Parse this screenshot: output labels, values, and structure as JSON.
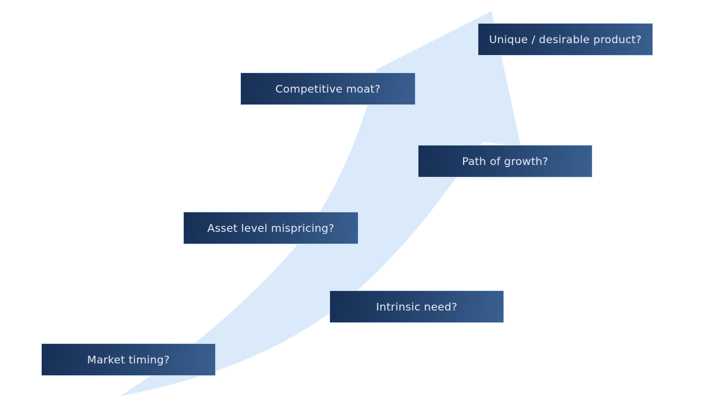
{
  "diagram": {
    "title": "",
    "arrow": {
      "direction": "up-right",
      "color": "#daeafb"
    },
    "box_colors": {
      "gradient_start": "#172f55",
      "gradient_end": "#3a6090",
      "border": "#c9dcf2",
      "text": "#e6edf6"
    },
    "steps": [
      {
        "label": "Market timing?"
      },
      {
        "label": "Intrinsic need?"
      },
      {
        "label": "Asset level mispricing?"
      },
      {
        "label": "Path of growth?"
      },
      {
        "label": "Competitive moat?"
      },
      {
        "label": "Unique / desirable product?"
      }
    ]
  }
}
